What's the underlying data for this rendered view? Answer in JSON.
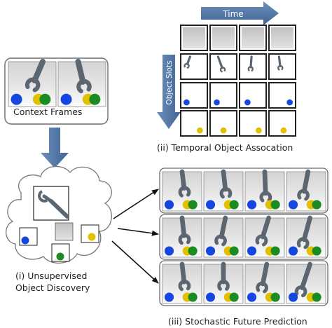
{
  "labels": {
    "time": "Time",
    "object_slots": "Object Slots",
    "context_frames": "Context Frames",
    "temporal_association": "(ii) Temporal Object Assocation",
    "discovery_line1": "(i) Unsupervised",
    "discovery_line2": "Object Discovery",
    "future_prediction": "(iii) Stochastic Future Prediction"
  },
  "colors": {
    "arm_gray": "#5c6670",
    "frame_gray": "#c9c9c9",
    "panel_fill": "#f0f0f0",
    "slot_fill": "#d2d2d2",
    "arrow_blue": "#5378a6",
    "ball_blue": "#1646e0",
    "ball_yellow": "#e2c000",
    "ball_green": "#1a8c22"
  },
  "icons": {
    "robot_arm": "robot-arm-gripper-icon",
    "cloud": "cloud-shape",
    "ball": "colored-ball-icon"
  },
  "grid": {
    "columns": 4,
    "rows": [
      "background",
      "robot-arm",
      "blue-ball",
      "yellow-ball"
    ]
  },
  "prediction": {
    "rows": 3,
    "frames_per_row": 4
  }
}
